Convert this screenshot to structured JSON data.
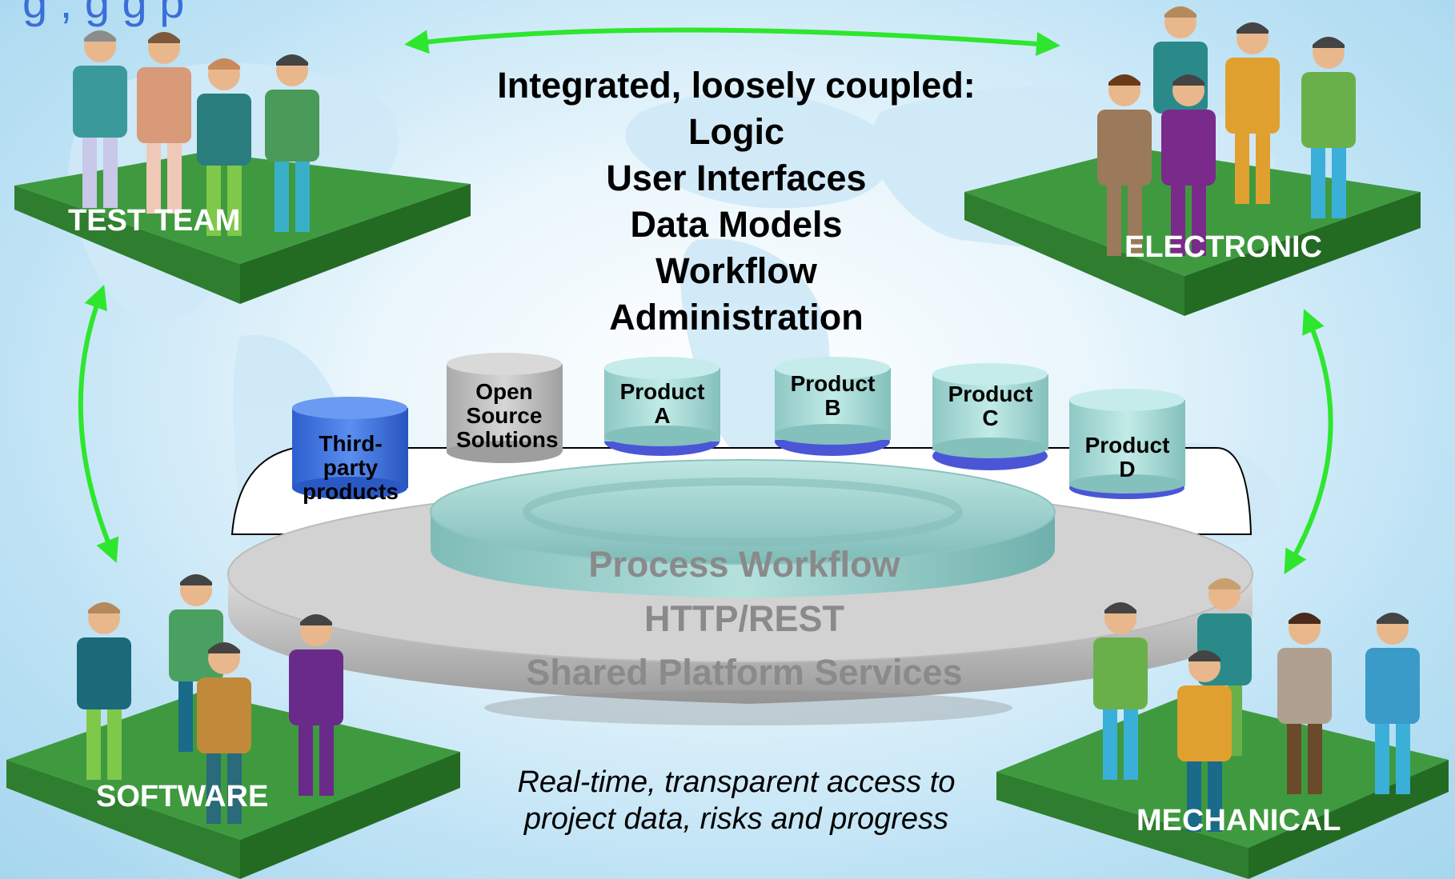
{
  "header_partial": "g                           ,                              g  g    p",
  "headline": {
    "title": "Integrated, loosely coupled:",
    "items": [
      "Logic",
      "User Interfaces",
      "Data Models",
      "Workflow",
      "Administration"
    ]
  },
  "teams": {
    "test": "TEST TEAM",
    "electronic": "ELECTRONIC",
    "software": "SOFTWARE",
    "mechanical": "MECHANICAL"
  },
  "cylinders": {
    "third_party": "Third-party products",
    "open_source": "Open Source Solutions",
    "product_a": "Product A",
    "product_b": "Product B",
    "product_c": "Product C",
    "product_d": "Product D"
  },
  "layers": {
    "process": "Process Workflow",
    "http": "HTTP/REST",
    "shared": "Shared Platform Services"
  },
  "caption": "Real-time, transparent access to project data, risks and progress",
  "colors": {
    "arrow": "#2ee62e",
    "platform_green": "#3f9a3f",
    "platform_side": "#236b23",
    "cylinder_teal": "#9fd3cf",
    "cylinder_blue": "#3b6fd9",
    "cylinder_gray": "#bdbdbd",
    "disc_gray": "#c9c9c9",
    "header_blue": "#3a6fd8"
  }
}
